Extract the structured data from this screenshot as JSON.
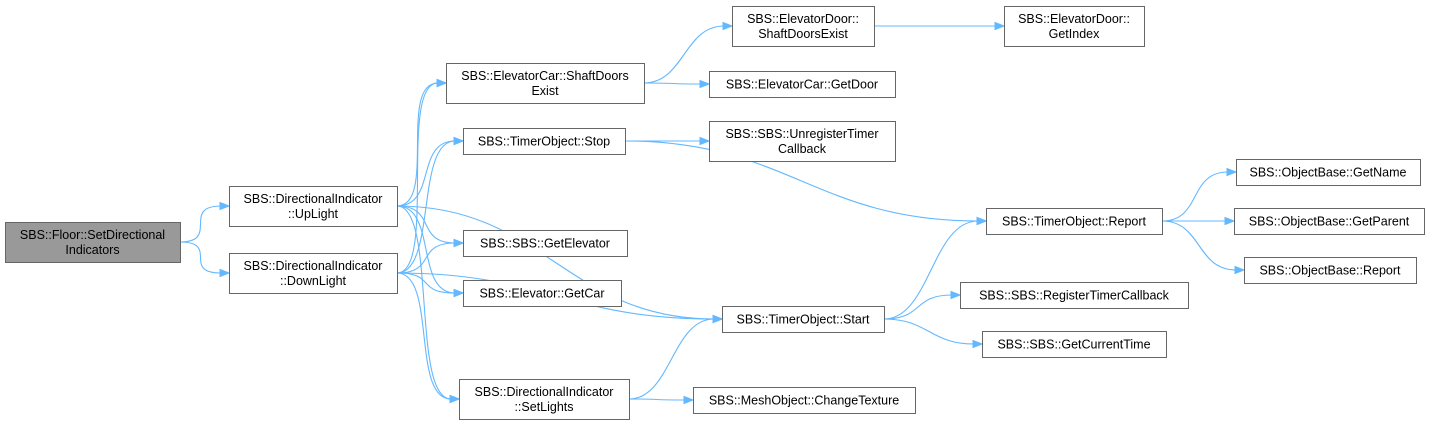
{
  "graph": {
    "colors": {
      "edge": "#63b8ff",
      "node_border": "#666666",
      "root_fill": "#999999",
      "node_fill": "#ffffff"
    },
    "nodes": [
      {
        "id": "root",
        "root": true,
        "lines": [
          "SBS::Floor::SetDirectional",
          "Indicators"
        ]
      },
      {
        "id": "uplight",
        "lines": [
          "SBS::DirectionalIndicator",
          "::UpLight"
        ]
      },
      {
        "id": "downlight",
        "lines": [
          "SBS::DirectionalIndicator",
          "::DownLight"
        ]
      },
      {
        "id": "shaftdoorsexist",
        "lines": [
          "SBS::ElevatorCar::ShaftDoors",
          "Exist"
        ]
      },
      {
        "id": "stop",
        "lines": [
          "SBS::TimerObject::Stop"
        ]
      },
      {
        "id": "getelevator",
        "lines": [
          "SBS::SBS::GetElevator"
        ]
      },
      {
        "id": "getcar",
        "lines": [
          "SBS::Elevator::GetCar"
        ]
      },
      {
        "id": "setlights",
        "lines": [
          "SBS::DirectionalIndicator",
          "::SetLights"
        ]
      },
      {
        "id": "door_shaftdoorsexist",
        "lines": [
          "SBS::ElevatorDoor::",
          "ShaftDoorsExist"
        ]
      },
      {
        "id": "getdoor",
        "lines": [
          "SBS::ElevatorCar::GetDoor"
        ]
      },
      {
        "id": "unregister",
        "lines": [
          "SBS::SBS::UnregisterTimer",
          "Callback"
        ]
      },
      {
        "id": "start",
        "lines": [
          "SBS::TimerObject::Start"
        ]
      },
      {
        "id": "changetexture",
        "lines": [
          "SBS::MeshObject::ChangeTexture"
        ]
      },
      {
        "id": "getindex",
        "lines": [
          "SBS::ElevatorDoor::",
          "GetIndex"
        ]
      },
      {
        "id": "report",
        "lines": [
          "SBS::TimerObject::Report"
        ]
      },
      {
        "id": "registercb",
        "lines": [
          "SBS::SBS::RegisterTimerCallback"
        ]
      },
      {
        "id": "currenttime",
        "lines": [
          "SBS::SBS::GetCurrentTime"
        ]
      },
      {
        "id": "getname",
        "lines": [
          "SBS::ObjectBase::GetName"
        ]
      },
      {
        "id": "getparent",
        "lines": [
          "SBS::ObjectBase::GetParent"
        ]
      },
      {
        "id": "ob_report",
        "lines": [
          "SBS::ObjectBase::Report"
        ]
      }
    ],
    "edges": [
      [
        "root",
        "uplight"
      ],
      [
        "root",
        "downlight"
      ],
      [
        "uplight",
        "shaftdoorsexist"
      ],
      [
        "uplight",
        "stop"
      ],
      [
        "uplight",
        "getelevator"
      ],
      [
        "uplight",
        "getcar"
      ],
      [
        "uplight",
        "setlights"
      ],
      [
        "uplight",
        "start"
      ],
      [
        "downlight",
        "shaftdoorsexist"
      ],
      [
        "downlight",
        "stop"
      ],
      [
        "downlight",
        "getelevator"
      ],
      [
        "downlight",
        "getcar"
      ],
      [
        "downlight",
        "setlights"
      ],
      [
        "downlight",
        "start"
      ],
      [
        "shaftdoorsexist",
        "door_shaftdoorsexist"
      ],
      [
        "shaftdoorsexist",
        "getdoor"
      ],
      [
        "door_shaftdoorsexist",
        "getindex"
      ],
      [
        "stop",
        "unregister"
      ],
      [
        "stop",
        "report"
      ],
      [
        "setlights",
        "changetexture"
      ],
      [
        "setlights",
        "start"
      ],
      [
        "start",
        "report"
      ],
      [
        "start",
        "registercb"
      ],
      [
        "start",
        "currenttime"
      ],
      [
        "report",
        "getname"
      ],
      [
        "report",
        "getparent"
      ],
      [
        "report",
        "ob_report"
      ]
    ]
  }
}
